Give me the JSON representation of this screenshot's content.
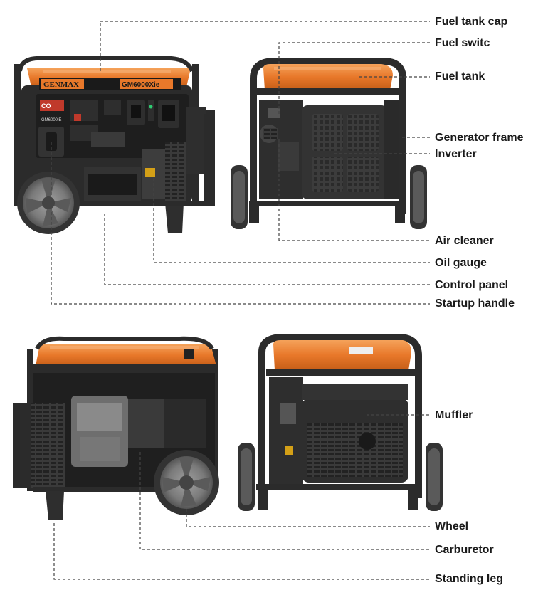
{
  "brand": {
    "logo_text": "GENMAX",
    "model_text": "GM6000Xie",
    "panel_badge": "CO",
    "panel_model": "GM6000iE"
  },
  "labels": {
    "fuel_tank_cap": "Fuel tank cap",
    "fuel_switch": "Fuel switc",
    "fuel_tank": "Fuel tank",
    "generator_frame": "Generator frame",
    "inverter": "Inverter",
    "air_cleaner": "Air cleaner",
    "oil_gauge": "Oil gauge",
    "control_panel": "Control panel",
    "startup_handle": "Startup handle",
    "muffler": "Muffler",
    "wheel": "Wheel",
    "carburetor": "Carburetor",
    "standing_leg": "Standing leg"
  },
  "colors": {
    "tank_orange": "#e8782a",
    "tank_orange_light": "#f39a4e",
    "frame_dark": "#2b2b2b",
    "body_dark": "#3a3a3a",
    "panel_dark": "#1e1e1e",
    "wheel_grey": "#8a8a8a",
    "leader_line": "#444444"
  }
}
